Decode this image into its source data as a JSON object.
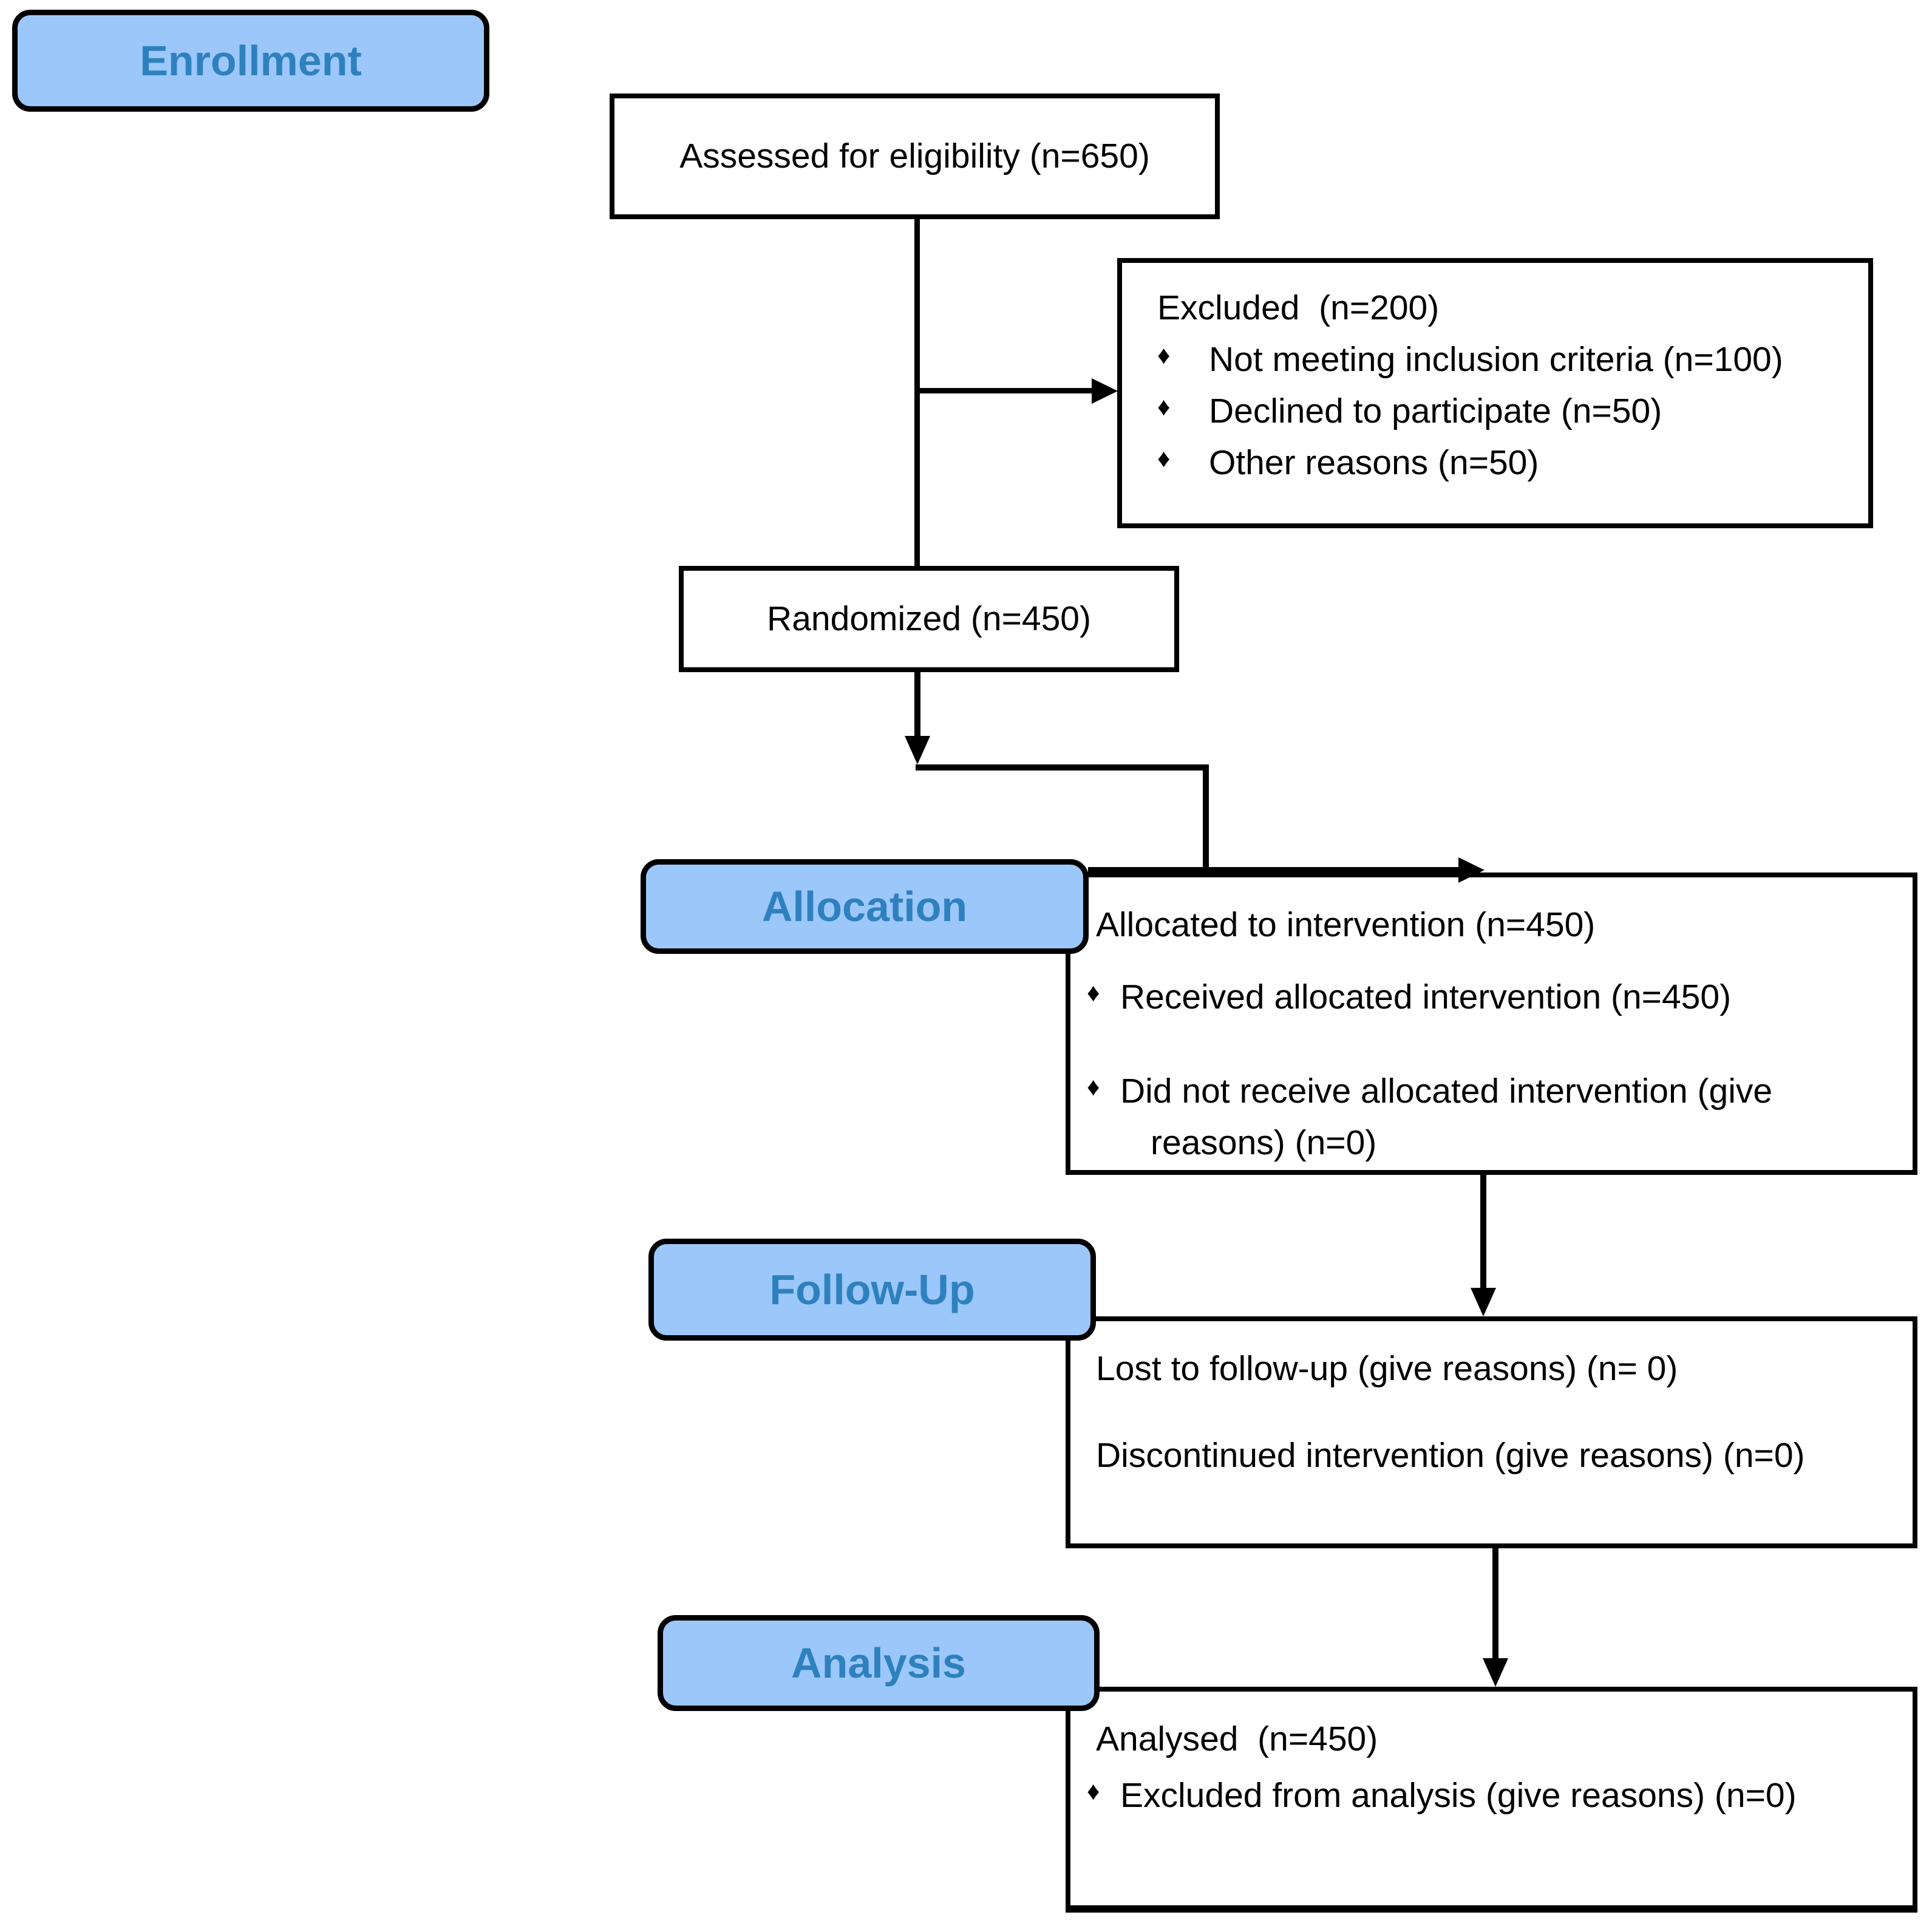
{
  "diagram": {
    "type": "consort-flow",
    "bullet_char": "♦",
    "colors": {
      "label_fill": "#9CC7FA",
      "label_text": "#2E81BE",
      "label_border": "#000000",
      "box_border": "#000000",
      "box_fill": "#ffffff"
    },
    "stage_labels": {
      "enrollment": "Enrollment",
      "allocation": "Allocation",
      "followup": "Follow-Up",
      "analysis": "Analysis"
    },
    "boxes": {
      "assessed": {
        "text": "Assessed for eligibility (n=650)"
      },
      "excluded": {
        "title": "Excluded  (n=200)",
        "bullets": [
          "Not meeting inclusion criteria (n=100)",
          "Declined to participate (n=50)",
          "Other reasons (n=50)"
        ]
      },
      "randomized": {
        "text": "Randomized (n=450)"
      },
      "allocated": {
        "title": "Allocated to intervention (n=450)",
        "bullets": [
          "Received allocated intervention (n=450)",
          "Did not receive allocated intervention (give reasons) (n=0)"
        ]
      },
      "followup": {
        "lines": [
          "Lost to follow-up (give reasons) (n= 0)",
          "Discontinued intervention (give reasons) (n=0)"
        ]
      },
      "analysed": {
        "title": "Analysed  (n=450)",
        "bullets": [
          "Excluded from analysis (give reasons) (n=0)"
        ]
      }
    }
  }
}
